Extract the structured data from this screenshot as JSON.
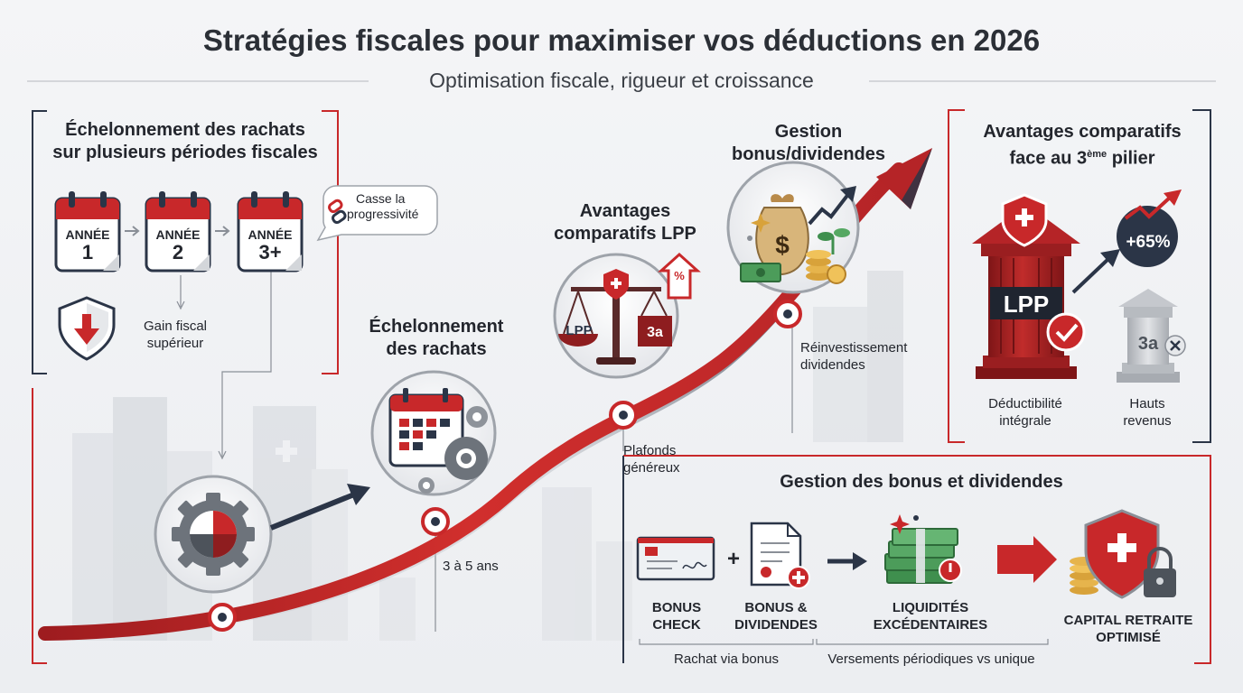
{
  "header": {
    "title": "Stratégies fiscales pour maximiser vos déductions en 2026",
    "subtitle": "Optimisation fiscale, rigueur et croissance"
  },
  "staggering_panel": {
    "title_line1": "Échelonnement des rachats",
    "title_line2": "sur plusieurs périodes fiscales",
    "calendars": [
      {
        "label": "ANNÉE",
        "num": "1"
      },
      {
        "label": "ANNÉE",
        "num": "2"
      },
      {
        "label": "ANNÉE",
        "num": "3+"
      }
    ],
    "bubble_line1": "Casse la",
    "bubble_line2": "progressivité",
    "gain_line1": "Gain fiscal",
    "gain_line2": "supérieur"
  },
  "curve_milestones": {
    "stagger_title_line1": "Échelonnement",
    "stagger_title_line2": "des rachats",
    "years_label": "3 à 5 ans",
    "lpp_title_line1": "Avantages",
    "lpp_title_line2": "comparatifs LPP",
    "scale_left": "LPP",
    "scale_right": "3a",
    "percent_sign": "%",
    "ceilings_line1": "Plafonds",
    "ceilings_line2": "généreux",
    "bonus_title_line1": "Gestion",
    "bonus_title_line2": "bonus/dividendes",
    "dollar_sign": "$",
    "reinvest_line1": "Réinvestissement",
    "reinvest_line2": "dividendes"
  },
  "comparison_panel": {
    "title_line1": "Avantages comparatifs",
    "title_line2_prefix": "face au 3",
    "title_sup": "ème",
    "title_line2_suffix": " pilier",
    "lpp_label": "LPP",
    "growth_badge": "+65%",
    "pillar3_label": "3a",
    "left_caption_line1": "Déductibilité",
    "left_caption_line2": "intégrale",
    "right_caption_line1": "Hauts",
    "right_caption_line2": "revenus"
  },
  "bonus_panel": {
    "title": "Gestion des bonus et dividendes",
    "items": [
      {
        "line1": "BONUS",
        "line2": "CHECK"
      },
      {
        "line1": "BONUS &",
        "line2": "DIVIDENDES"
      },
      {
        "line1": "LIQUIDITÉS",
        "line2": "EXCÉDENTAIRES"
      },
      {
        "line1": "CAPITAL RETRAITE",
        "line2": "OPTIMISÉ"
      }
    ],
    "plus_sign": "+",
    "bracket_left": "Rachat via bonus",
    "bracket_right": "Versements périodiques vs unique"
  },
  "colors": {
    "accent_red": "#c8282a",
    "dark_red": "#8e1d1f",
    "navy": "#2b3547",
    "green": "#3f8f4e",
    "gold": "#d8a23a"
  }
}
